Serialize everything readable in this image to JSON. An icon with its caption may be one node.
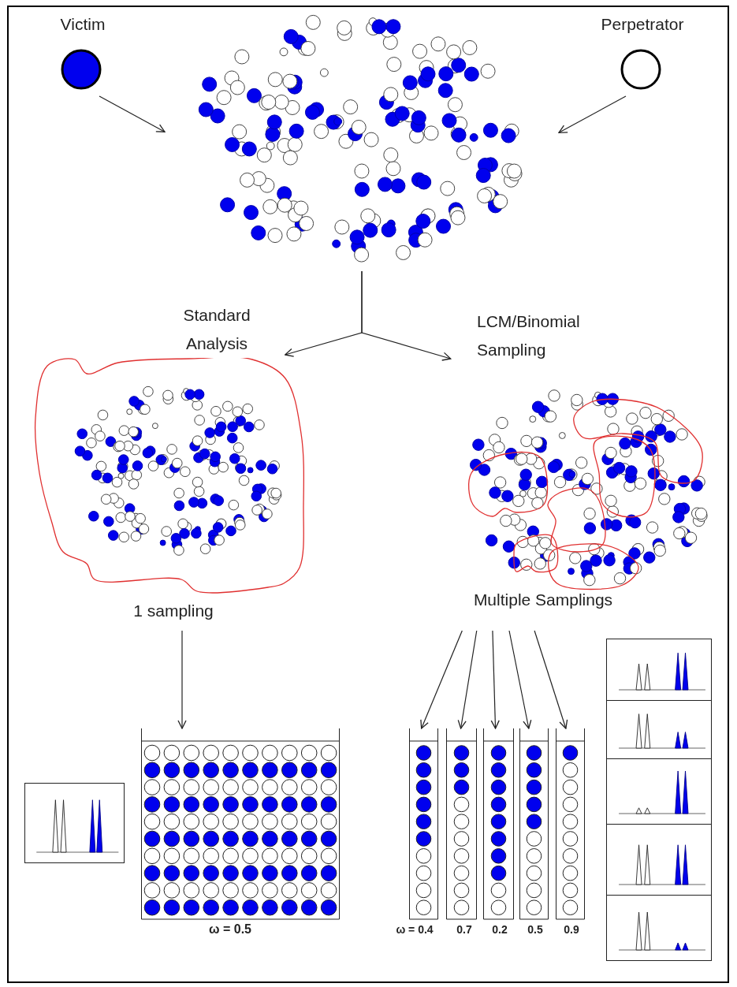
{
  "diagram": {
    "nodes": [
      {
        "text": [
          "Victim"
        ]
      },
      {
        "text": [
          "Perpetrator"
        ]
      },
      {
        "text": [],
        "shape": "picture"
      },
      {
        "text": [],
        "shape": "picture",
        "beside": [
          "1 sampling"
        ]
      },
      {
        "text": [],
        "shape": "picture",
        "beside": [
          "Multiple Samplings"
        ]
      },
      {
        "text": [],
        "shape": "picture",
        "beside": [
          "ω = 0.5"
        ]
      },
      {
        "text": [],
        "shape": "picture",
        "beside": [
          "ω = 0.4"
        ]
      },
      {
        "text": [],
        "shape": "picture",
        "beside": [
          "0.7"
        ]
      },
      {
        "text": [],
        "shape": "picture",
        "beside": [
          "0.2"
        ]
      },
      {
        "text": [],
        "shape": "picture",
        "beside": [
          "0.5"
        ]
      },
      {
        "text": [],
        "shape": "picture",
        "beside": [
          "0.9"
        ]
      },
      {
        "text": [],
        "shape": "picture"
      },
      {
        "text": [],
        "shape": "picture"
      },
      {
        "text": [],
        "shape": "picture"
      },
      {
        "text": [],
        "shape": "picture"
      },
      {
        "text": [],
        "shape": "picture"
      },
      {
        "text": [],
        "shape": "picture"
      }
    ],
    "edges": [
      {
        "from": 0,
        "to": 2,
        "arrow": "to"
      },
      {
        "from": 1,
        "to": 2,
        "arrow": "to"
      },
      {
        "from": 2,
        "to": 3,
        "arrow": "to",
        "label": "Standard Analysis"
      },
      {
        "from": 2,
        "to": 4,
        "arrow": "to",
        "label": "LCM/Binomial Sampling"
      },
      {
        "from": 3,
        "to": 5,
        "arrow": "to"
      },
      {
        "from": 4,
        "to": 6,
        "arrow": "to"
      },
      {
        "from": 4,
        "to": 7,
        "arrow": "to"
      },
      {
        "from": 4,
        "to": 8,
        "arrow": "to"
      },
      {
        "from": 4,
        "to": 9,
        "arrow": "to"
      },
      {
        "from": 4,
        "to": 10,
        "arrow": "to"
      }
    ]
  }
}
